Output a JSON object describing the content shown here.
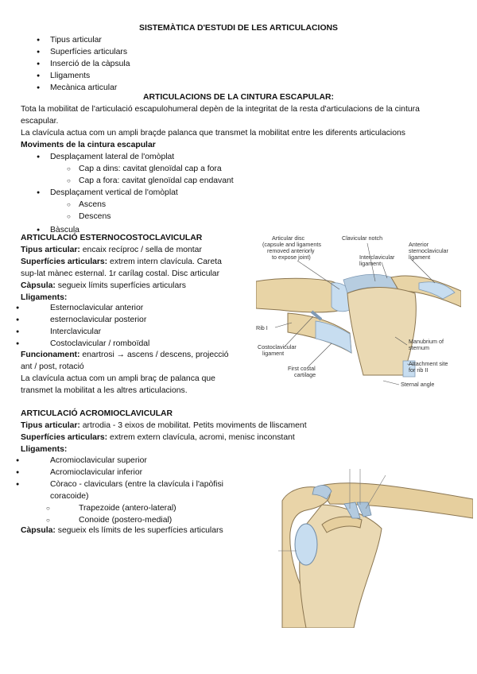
{
  "title": "SISTEMÀTICA D'ESTUDI DE LES ARTICULACIONS",
  "method_items": [
    "Tipus articular",
    "Superfícies articulars",
    "Inserció de la càpsula",
    "Lligaments",
    "Mecànica articular"
  ],
  "cintura": {
    "heading": "ARTICULACIONS DE LA CINTURA ESCAPULAR:",
    "intro_1": "Tota la mobilitat de l'articulació escapulohumeral depèn de la integritat de la resta d'articulacions de la cintura",
    "intro_1b": "escapular.",
    "intro_2": "La clavícula actua com un ampli braçde palanca que transmet la mobilitat entre les diferents articulacions",
    "moviments_label": "Moviments de la cintura escapular",
    "mov_1": "Desplaçament lateral de l'omòplat",
    "mov_1a": "Cap a dins: cavitat glenoïdal cap a fora",
    "mov_1b": "Cap a fora: cavitat glenoïdal cap endavant",
    "mov_2": "Desplaçament vertical de l'omòplat",
    "mov_2a": "Ascens",
    "mov_2b": "Descens",
    "mov_3": "Bàscula"
  },
  "esterno": {
    "heading": "ARTICULACIÓ ESTERNOCOSTOCLAVICULAR",
    "tipus_label": "Tipus articular:",
    "tipus_val": " encaix recíproc / sella de montar",
    "sup_label": "Superfícies articulars:",
    "sup_val": " extrem intern clavícula. Careta",
    "sup_val2": "sup-lat mànec esternal. 1r carílag costal. Disc articular",
    "caps_label": "Càpsula:",
    "caps_val": " segueix límits superfícies articulars",
    "lligaments_label": "Lligaments:",
    "lligaments": [
      "Esternoclavicular anterior",
      "esternoclavicular posterior",
      "Interclavicular",
      "Costoclavicular / romboïdal"
    ],
    "func_label": "Funcionament:",
    "func_val": " enartrosi → ascens / descens, projecció",
    "func_val2": "ant / post, rotació",
    "note_1": "La clavícula actua com un ampli braç de palanca que",
    "note_2": "transmet la mobilitat a les altres articulacions."
  },
  "fig1_labels": {
    "articular_disc": [
      "Articular disc",
      "(capsule and ligaments",
      "removed anteriorly",
      "to expose joint)"
    ],
    "clavicular_notch": "Clavicular notch",
    "interclavicular": [
      "Interclavicular",
      "ligament"
    ],
    "anterior_scl": [
      "Anterior",
      "sternoclavicular",
      "ligament"
    ],
    "rib": "Rib I",
    "costoclavicular": [
      "Costoclavicular",
      "ligament"
    ],
    "first_costal": [
      "First costal",
      "cartilage"
    ],
    "manubrium": [
      "Manubrium of",
      "sternum"
    ],
    "attachment": [
      "Attachment site",
      "for rib II"
    ],
    "sternal_angle": "Sternal angle"
  },
  "acromio": {
    "heading": "ARTICULACIÓ ACROMIOCLAVICULAR",
    "tipus_label": "Tipus articular:",
    "tipus_val": " artrodia - 3 eixos de mobilitat. Petits moviments de lliscament",
    "sup_label": "Superfícies articulars:",
    "sup_val": " extrem extern clavícula, acromi, menisc inconstant",
    "lligaments_label": "Lligaments:",
    "lig_1": "Acromioclavicular superior",
    "lig_2": "Acromioclavicular inferior",
    "lig_3": "Còraco - claviculars (entre la clavícula i l'apòfisi",
    "lig_3b": "coracoide)",
    "lig_3a": "Trapezoide (antero-lateral)",
    "lig_3c": "Conoide (postero-medial)",
    "caps_label": "Càpsula:",
    "caps_val": " segueix els límits de les superfícies articulars"
  },
  "colors": {
    "bone": "#e9d6ad",
    "cartilage": "#c9dff2",
    "ligament": "#9fb8cf"
  }
}
